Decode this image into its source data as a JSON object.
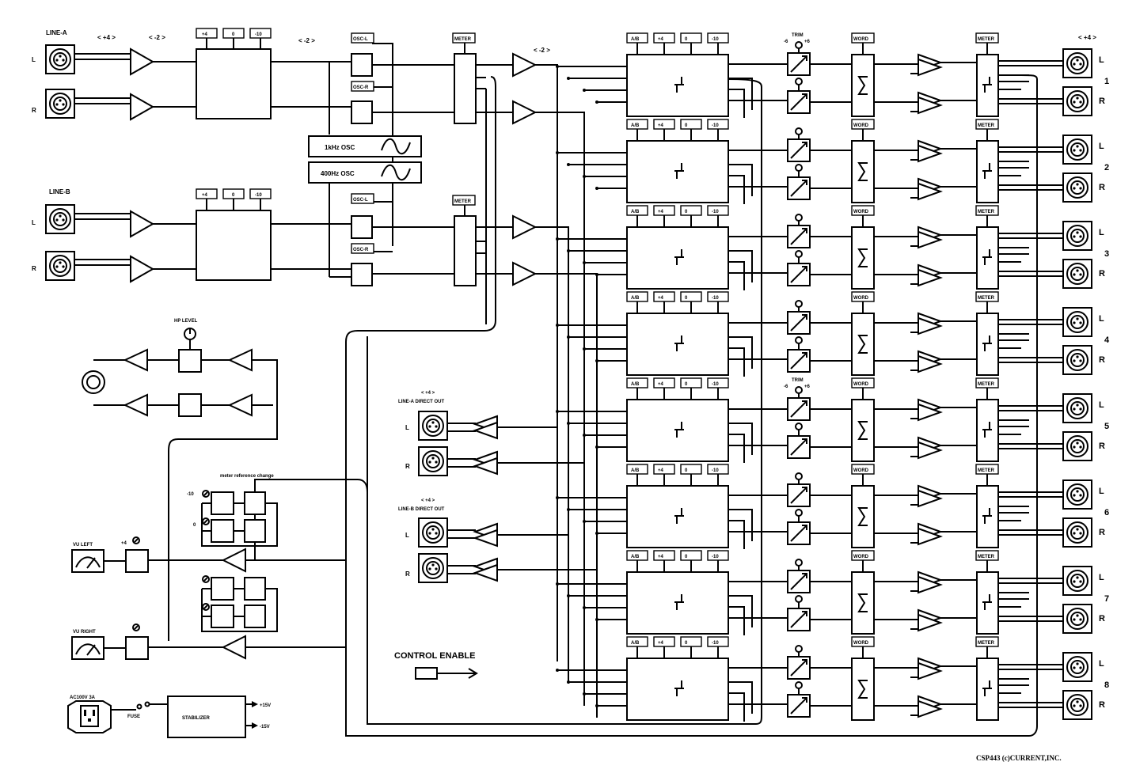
{
  "inputs": {
    "line_a": {
      "title": "LINE-A",
      "l": "L",
      "r": "R"
    },
    "line_b": {
      "title": "LINE-B",
      "l": "L",
      "r": "R"
    }
  },
  "gains": {
    "g_plus4": "< +4 >",
    "g_minus2": "< -2 >"
  },
  "level_buttons": [
    "+4",
    "0",
    "-10"
  ],
  "matrix_buttons": [
    "A/B",
    "+4",
    "0",
    "-10"
  ],
  "osc_labels": {
    "osc_l": "OSC-L",
    "osc_r": "OSC-R"
  },
  "oscillators": {
    "osc_1k": "1kHz OSC",
    "osc_400": "400Hz OSC"
  },
  "meter_label": "METER",
  "word_label": "WORD",
  "trim": {
    "label": "TRIM",
    "minus": "-6",
    "plus": "+6"
  },
  "output_gain": "< +4 >",
  "output_channels": [
    "1",
    "2",
    "3",
    "4",
    "5",
    "6",
    "7",
    "8"
  ],
  "output_lr": {
    "l": "L",
    "r": "R"
  },
  "headphone": {
    "label": "HP LEVEL"
  },
  "direct_outs": {
    "a_gain": "< +4 >",
    "a_title": "LINE-A DIRECT OUT",
    "b_gain": "< +4 >",
    "b_title": "LINE-B DIRECT OUT",
    "l": "L",
    "r": "R"
  },
  "meter_section": {
    "ref_change": "meter reference change",
    "minus10": "-10",
    "zero": "0",
    "plus4": "+4",
    "vu_left": "VU LEFT",
    "vu_right": "VU RIGHT"
  },
  "control_enable": "CONTROL ENABLE",
  "power": {
    "ac": "AC100V 3A",
    "fuse": "FUSE",
    "stabilizer": "STABILIZER",
    "plus15": "+15V",
    "minus15": "-15V"
  },
  "copyright": "CSP443 (c)CURRENT,INC."
}
